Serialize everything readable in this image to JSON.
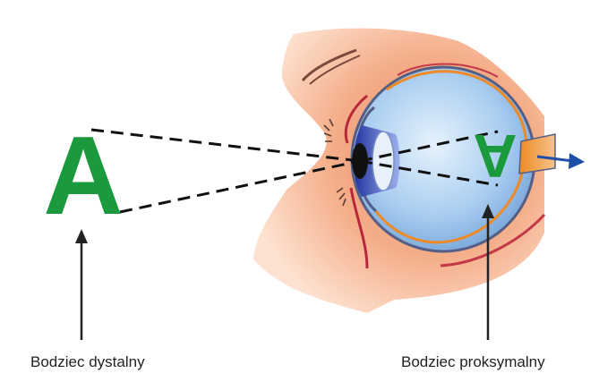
{
  "diagram": {
    "distal_letter": "A",
    "proximal_letter": "A",
    "labels": {
      "distal_stimulus": "Bodziec dystalny",
      "proximal_stimulus": "Bodziec proksymalny"
    }
  },
  "colors": {
    "letter": "#1a9a3c",
    "skin": "#f0a880",
    "eyeball": "#a9cdf0",
    "retina_outline": "#ee8a25",
    "sclera_outline": "#555f86",
    "iris": "#2233a0",
    "pupil": "#111111",
    "optic_arrow": "#1f4fa8",
    "lines": "#111111"
  }
}
